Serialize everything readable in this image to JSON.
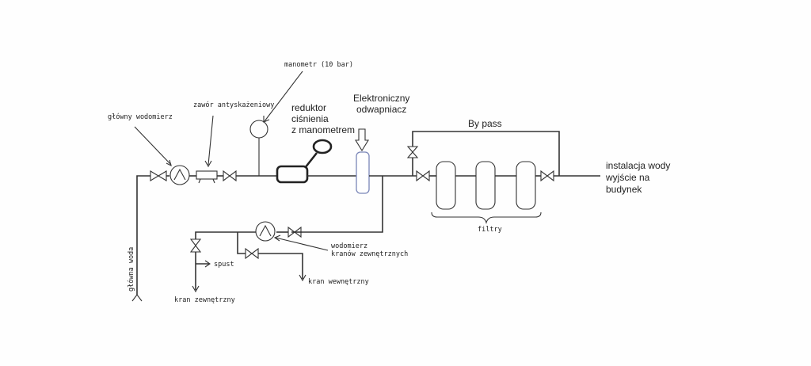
{
  "labels": {
    "main_water": "główna woda",
    "main_meter": "główny wodomierz",
    "antipollution_valve": "zawór antyskażeniowy",
    "gauge": "manometr (10 bar)",
    "reducer_line1": "reduktor",
    "reducer_line2": "ciśnienia",
    "reducer_line3": "z manometrem",
    "softener_line1": "Elektroniczny",
    "softener_line2": "odwapniacz",
    "bypass": "By pass",
    "filters": "filtry",
    "outlet_line1": "instalacja wody",
    "outlet_line2": "wyjście na",
    "outlet_line3": "budynek",
    "outdoor_meter_line1": "wodomierz",
    "outdoor_meter_line2": "kranów zewnętrznych",
    "drain": "spust",
    "indoor_tap": "kran wewnętrzny",
    "outdoor_tap": "kran zewnętrzny"
  },
  "colors": {
    "line": "#333333",
    "softener_outline": "#7a86b8"
  }
}
